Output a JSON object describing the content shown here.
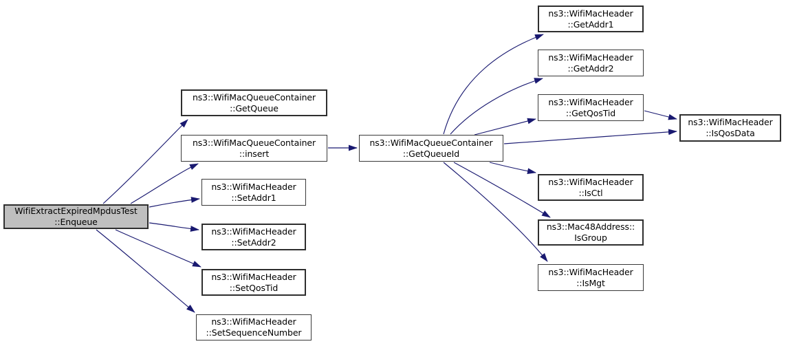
{
  "diagram": {
    "kind": "call-graph",
    "colors": {
      "background": "#ffffff",
      "edge": "#191970",
      "node_fill": "#ffffff",
      "node_border": "#333333",
      "highlight_fill": "#bfbfbf",
      "text": "#000000"
    },
    "nodes": {
      "enqueue": {
        "label": "WifiExtractExpiredMpdusTest\n::Enqueue",
        "highlighted": true
      },
      "getqueue": {
        "label": "ns3::WifiMacQueueContainer\n::GetQueue"
      },
      "insert": {
        "label": "ns3::WifiMacQueueContainer\n::insert"
      },
      "setaddr1": {
        "label": "ns3::WifiMacHeader\n::SetAddr1"
      },
      "setaddr2": {
        "label": "ns3::WifiMacHeader\n::SetAddr2"
      },
      "setqostid": {
        "label": "ns3::WifiMacHeader\n::SetQosTid"
      },
      "setsequencenumber": {
        "label": "ns3::WifiMacHeader\n::SetSequenceNumber"
      },
      "getqueueid": {
        "label": "ns3::WifiMacQueueContainer\n::GetQueueId"
      },
      "getaddr1": {
        "label": "ns3::WifiMacHeader\n::GetAddr1"
      },
      "getaddr2": {
        "label": "ns3::WifiMacHeader\n::GetAddr2"
      },
      "getqostid": {
        "label": "ns3::WifiMacHeader\n::GetQosTid"
      },
      "isctl": {
        "label": "ns3::WifiMacHeader\n::IsCtl"
      },
      "isgroup": {
        "label": "ns3::Mac48Address::\nIsGroup"
      },
      "ismgt": {
        "label": "ns3::WifiMacHeader\n::IsMgt"
      },
      "isqosdata": {
        "label": "ns3::WifiMacHeader\n::IsQosData"
      }
    },
    "edges": [
      {
        "from": "enqueue",
        "to": "getqueue"
      },
      {
        "from": "enqueue",
        "to": "insert"
      },
      {
        "from": "enqueue",
        "to": "setaddr1"
      },
      {
        "from": "enqueue",
        "to": "setaddr2"
      },
      {
        "from": "enqueue",
        "to": "setqostid"
      },
      {
        "from": "enqueue",
        "to": "setsequencenumber"
      },
      {
        "from": "insert",
        "to": "getqueueid"
      },
      {
        "from": "getqueueid",
        "to": "getaddr1"
      },
      {
        "from": "getqueueid",
        "to": "getaddr2"
      },
      {
        "from": "getqueueid",
        "to": "getqostid"
      },
      {
        "from": "getqueueid",
        "to": "isqosdata"
      },
      {
        "from": "getqueueid",
        "to": "isctl"
      },
      {
        "from": "getqueueid",
        "to": "isgroup"
      },
      {
        "from": "getqueueid",
        "to": "ismgt"
      },
      {
        "from": "getqostid",
        "to": "isqosdata"
      }
    ]
  }
}
